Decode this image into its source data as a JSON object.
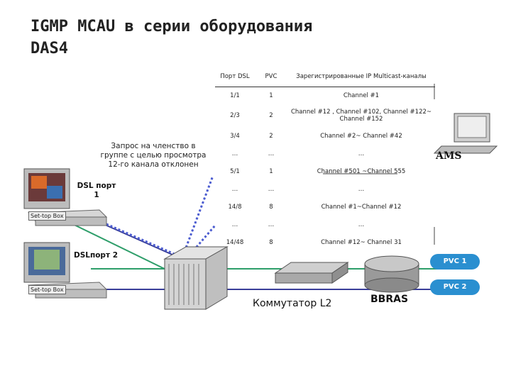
{
  "title": {
    "line1": "IGMP MCAU в серии оборудования",
    "line2": "DAS4"
  },
  "table": {
    "headers": [
      "Порт DSL",
      "PVC",
      "Зарегистрированные IP Multicast-каналы"
    ],
    "rows": [
      [
        "1/1",
        "1",
        "Channel #1"
      ],
      [
        "2/3",
        "2",
        "Channel #12 , Channel #102, Channel #122~ Channel #152"
      ],
      [
        "3/4",
        "2",
        "Channel #2~ Channel #42"
      ],
      [
        "…",
        "…",
        "…"
      ],
      [
        "5/1",
        "1",
        "Channel #501 ~Channel 555"
      ],
      [
        "…",
        "…",
        "…"
      ],
      [
        "14/8",
        "8",
        "Channel #1~Channel #12"
      ],
      [
        "…",
        "…",
        "…"
      ],
      [
        "14/48",
        "8",
        "Channel #12~ Channel 31"
      ]
    ]
  },
  "note": "Запрос на членство в группе с целью просмотра 12-го канала отклонен",
  "labels": {
    "dsl_port_1": "DSL порт 1",
    "dsl_port_2": "DSLпорт 2",
    "set_top_box": "Set-top Box",
    "ams": "AMS",
    "switch": "Коммутатор L2",
    "bbras": "BBRAS",
    "pvc1": "PVC 1",
    "pvc2": "PVC 2"
  },
  "colors": {
    "pvc_badge": "#2a8fd0",
    "line_green": "#2e9e6a",
    "line_blue": "#3a3f9a",
    "dotted_link": "#4a5bd0"
  }
}
